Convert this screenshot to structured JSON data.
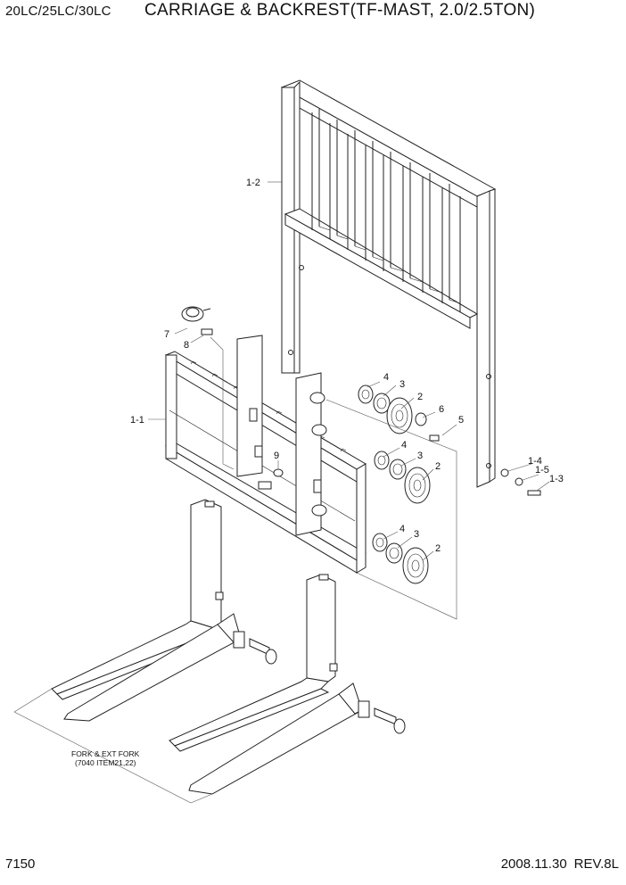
{
  "header": {
    "model": "20LC/25LC/30LC",
    "title": "CARRIAGE & BACKREST(TF-MAST, 2.0/2.5TON)"
  },
  "footer": {
    "page": "7150",
    "date": "2008.11.30",
    "revision": "REV.8L"
  },
  "callouts": {
    "backrest": "1-2",
    "carriage": "1-1",
    "grease_nipple": "7",
    "nipple_bolt": "8",
    "pin": "9",
    "washer_top": "4",
    "shim_top": "3",
    "roller_top": "2",
    "washer_small": "6",
    "bolt_small": "5",
    "washer_mid": "4",
    "shim_mid": "3",
    "roller_mid": "2",
    "washer_low": "4",
    "shim_low": "3",
    "roller_low": "2",
    "side_washer": "1-4",
    "side_lockwasher": "1-5",
    "side_bolt": "1-3"
  },
  "note": {
    "line1": "FORK & EXT FORK",
    "line2": "(7040 ITEM21,22)"
  }
}
